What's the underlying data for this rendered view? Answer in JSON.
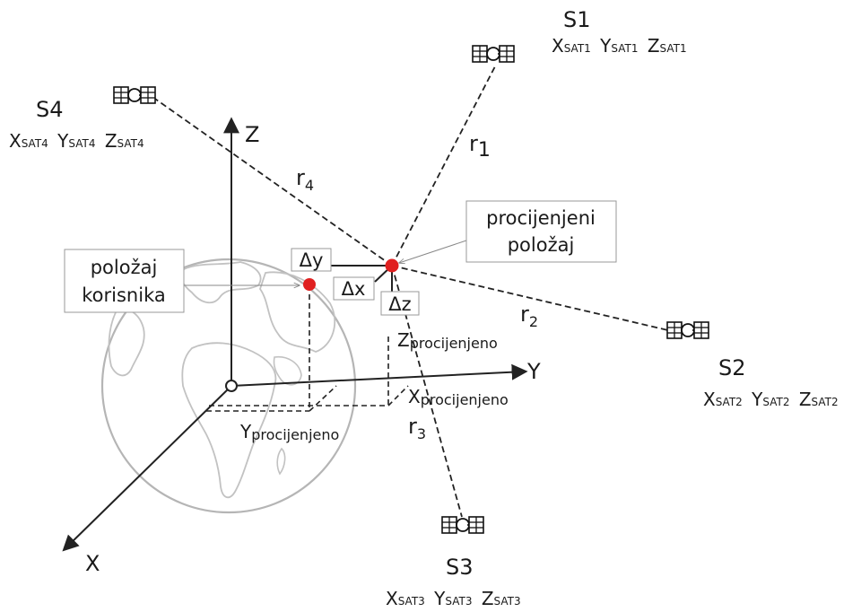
{
  "axes": {
    "z": "Z",
    "y": "Y",
    "x": "X"
  },
  "satellites": [
    {
      "id": "S1",
      "x": "X",
      "x_sub": "SAT1",
      "y": "Y",
      "y_sub": "SAT1",
      "z": "Z",
      "z_sub": "SAT1",
      "range": "r",
      "range_sub": "1"
    },
    {
      "id": "S2",
      "x": "X",
      "x_sub": "SAT2",
      "y": "Y",
      "y_sub": "SAT2",
      "z": "Z",
      "z_sub": "SAT2",
      "range": "r",
      "range_sub": "2"
    },
    {
      "id": "S3",
      "x": "X",
      "x_sub": "SAT3",
      "y": "Y",
      "y_sub": "SAT3",
      "z": "Z",
      "z_sub": "SAT3",
      "range": "r",
      "range_sub": "3"
    },
    {
      "id": "S4",
      "x": "X",
      "x_sub": "SAT4",
      "y": "Y",
      "y_sub": "SAT4",
      "z": "Z",
      "z_sub": "SAT4",
      "range": "r",
      "range_sub": "4"
    }
  ],
  "estimated_position": {
    "line1": "procijenjeni",
    "line2": "položaj"
  },
  "user_position": {
    "line1": "položaj",
    "line2": "korisnika"
  },
  "deltas": {
    "dy": "Δy",
    "dx": "Δx",
    "dz": "Δz"
  },
  "projections": {
    "z": {
      "main": "Z",
      "sub": "procijenjeno"
    },
    "x": {
      "main": "X",
      "sub": "procijenjeno"
    },
    "y": {
      "main": "Y",
      "sub": "procijenjeno"
    }
  },
  "colors": {
    "point": "#e02020",
    "line": "#222222",
    "earth": "#b5b5b5",
    "callout_border": "#999999"
  }
}
